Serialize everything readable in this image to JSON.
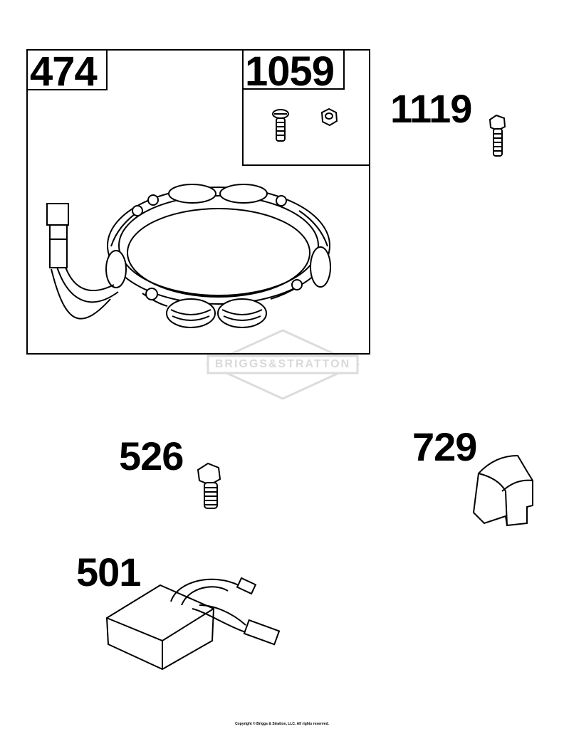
{
  "kit_box": {
    "part_number": "474"
  },
  "subkit_box": {
    "part_number": "1059"
  },
  "parts": [
    {
      "id": "screw-1119",
      "part_number": "1119"
    },
    {
      "id": "screw-526",
      "part_number": "526"
    },
    {
      "id": "clip-729",
      "part_number": "729"
    },
    {
      "id": "regulator-501",
      "part_number": "501"
    }
  ],
  "watermark": "BRIGGS&STRATTON",
  "copyright": "Copyright © Briggs & Stratton, LLC. All rights reserved."
}
